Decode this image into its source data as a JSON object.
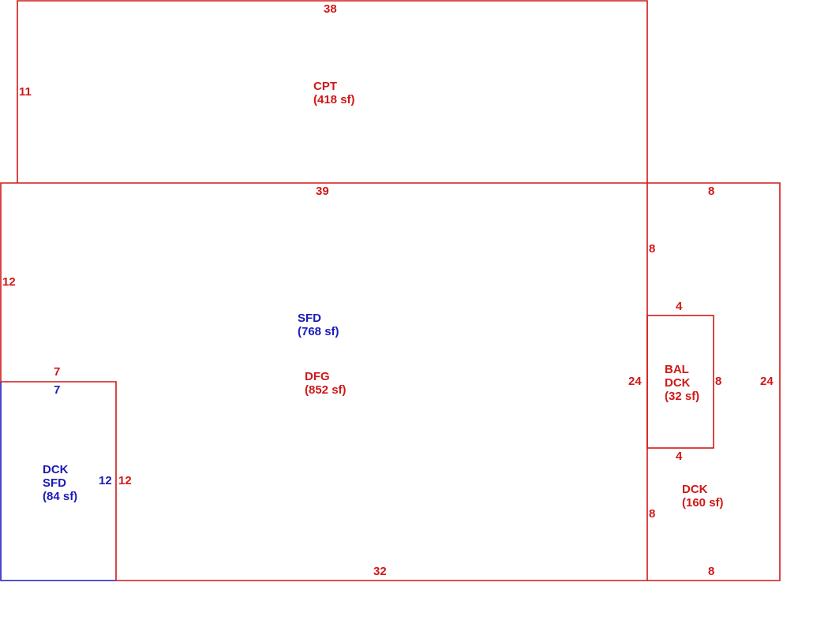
{
  "colors": {
    "red": "#d01818",
    "blue": "#1a1ab8",
    "background": "#ffffff"
  },
  "areas": {
    "cpt": {
      "code": "CPT",
      "area": "(418 sf)"
    },
    "sfd": {
      "code": "SFD",
      "area": "(768 sf)"
    },
    "dfg": {
      "code": "DFG",
      "area": "(852 sf)"
    },
    "bal": {
      "code_1": "BAL",
      "code_2": "DCK",
      "area": "(32 sf)"
    },
    "dck_right": {
      "code": "DCK",
      "area": "(160 sf)"
    },
    "dck_sfd": {
      "code_1": "DCK",
      "code_2": "SFD",
      "area": "(84 sf)"
    }
  },
  "dimensions": {
    "cpt_top": "38",
    "cpt_left": "11",
    "main_top": "39",
    "main_left": "12",
    "main_bottom": "32",
    "dck_left_top_red": "7",
    "dck_left_top_blue": "7",
    "dck_left_side_blue": "12",
    "dck_left_side_red": "12",
    "right_top": "8",
    "right_upper_side": "8",
    "right_lower_side": "8",
    "right_bottom": "8",
    "right_inner_left": "24",
    "right_outer": "24",
    "bal_top": "4",
    "bal_right": "8",
    "bal_bottom": "4"
  }
}
